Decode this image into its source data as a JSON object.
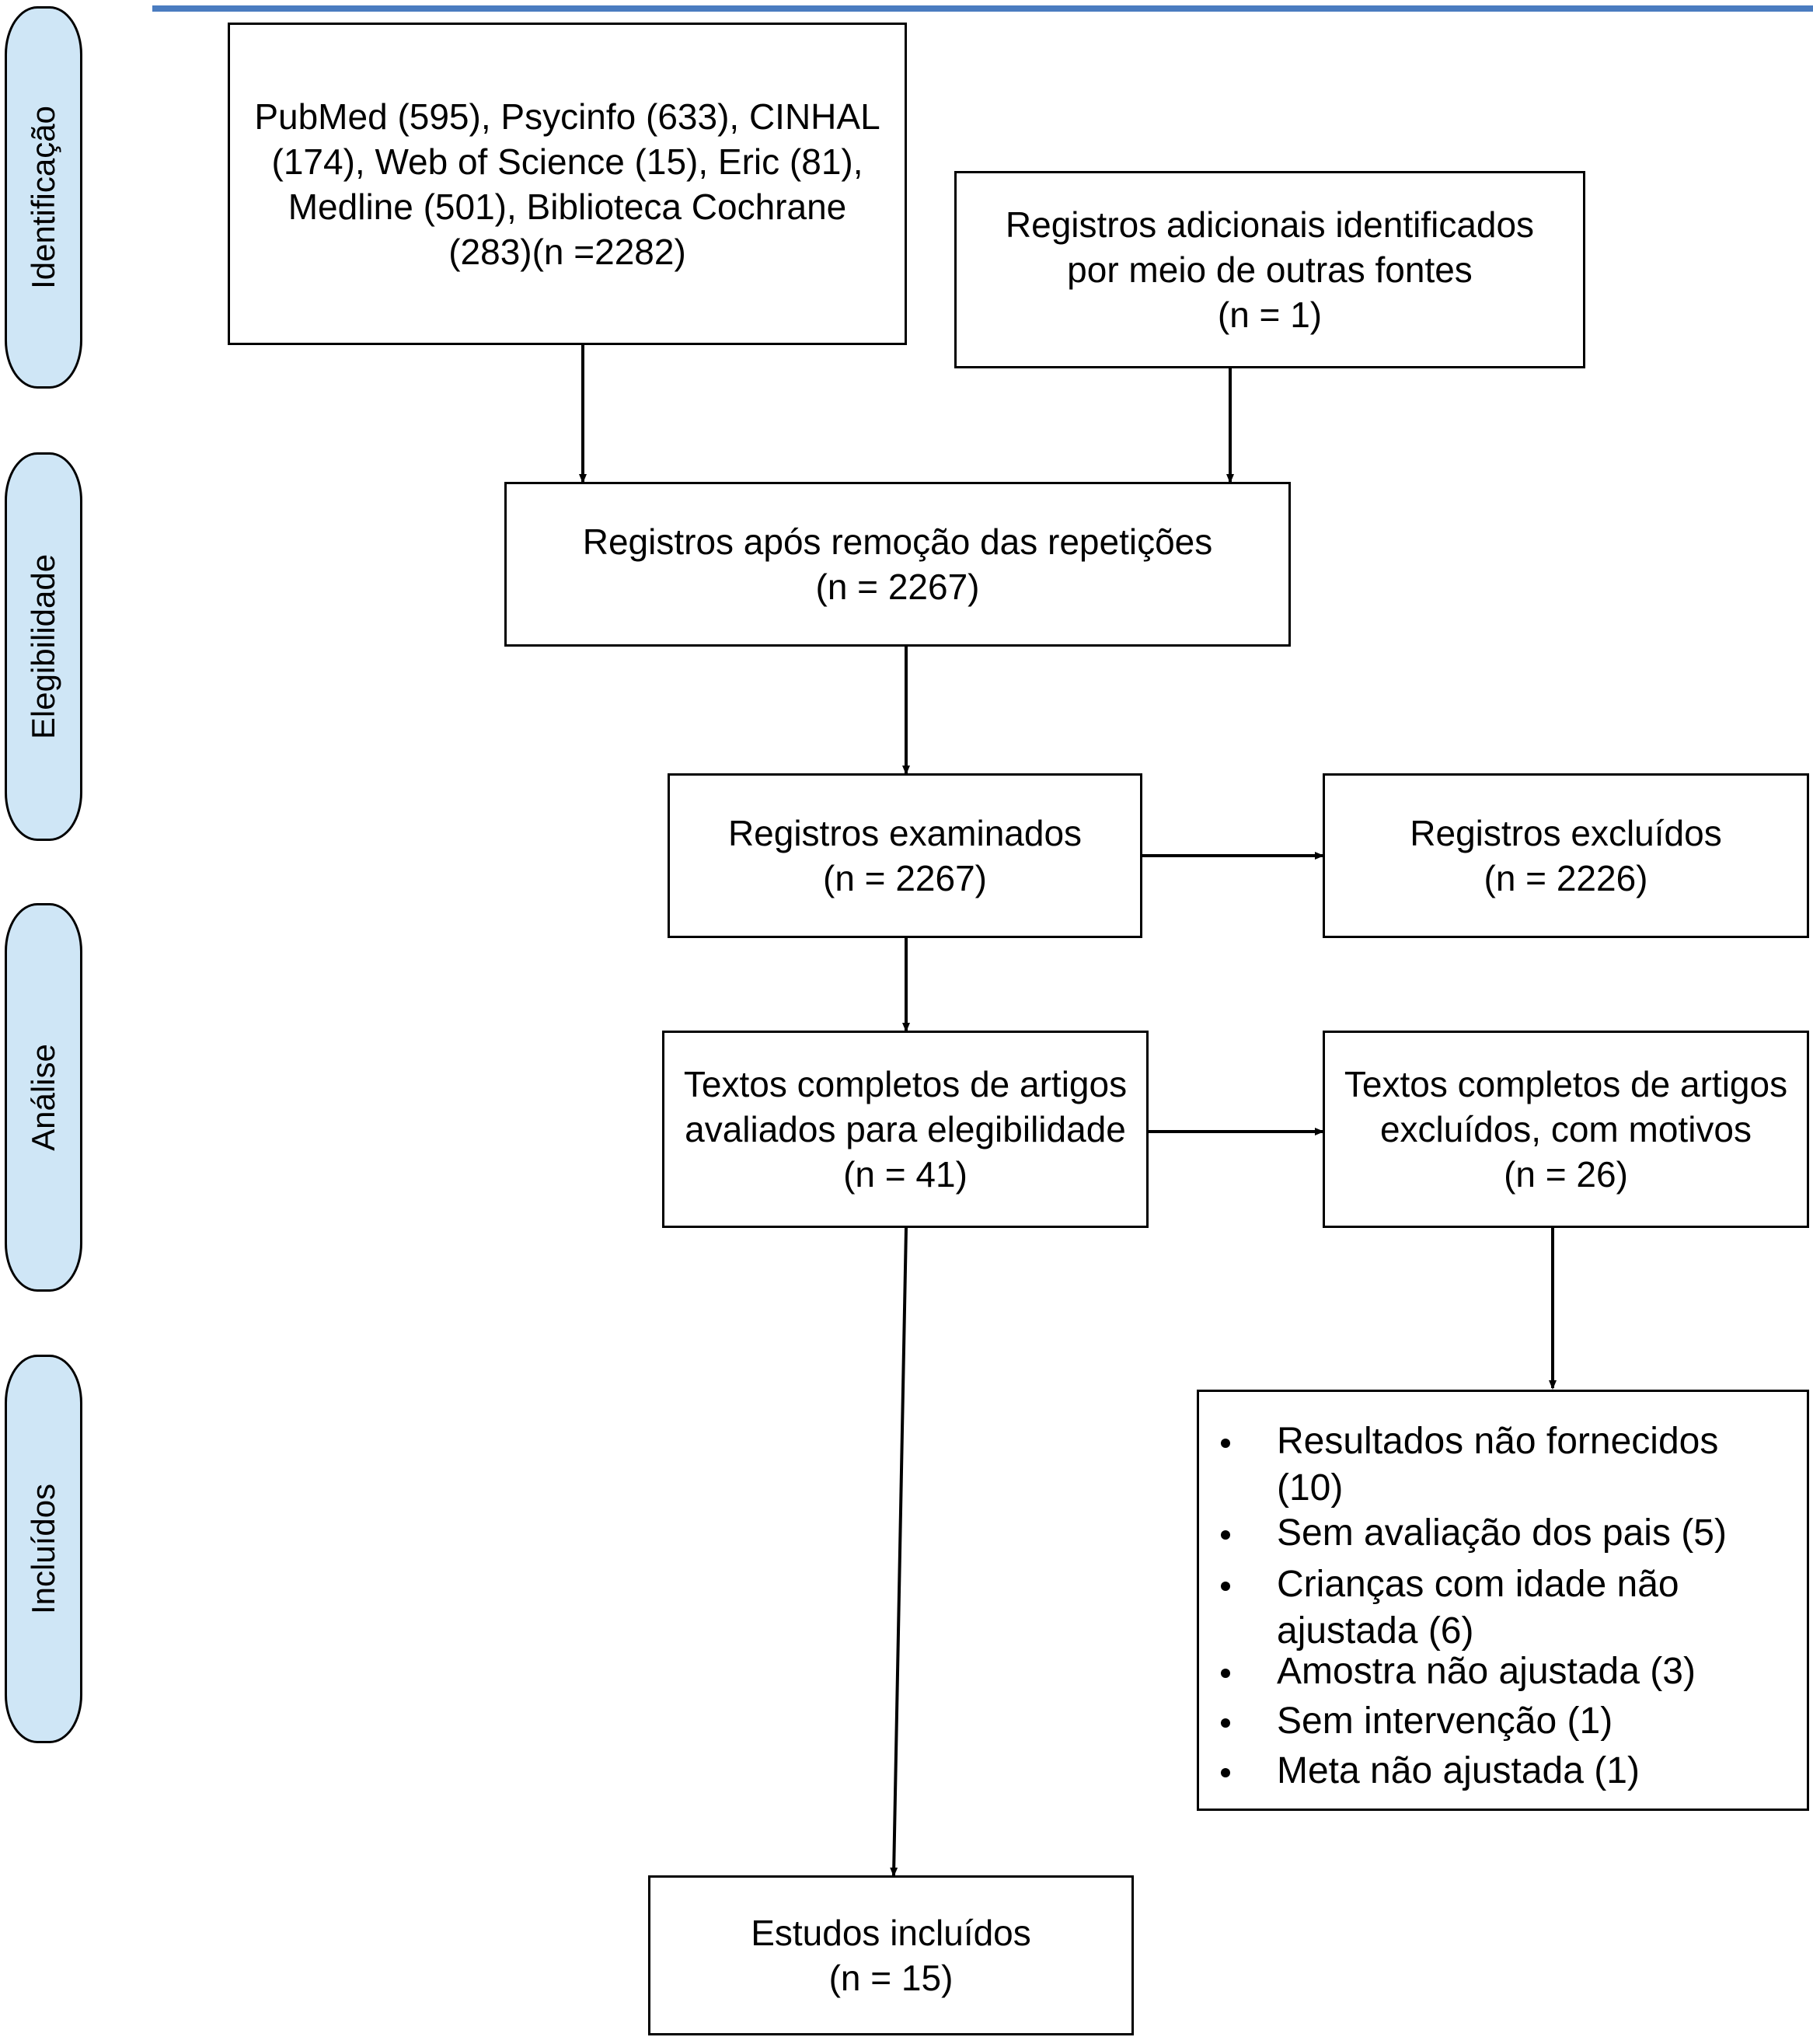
{
  "phases": [
    {
      "label": "Identificação"
    },
    {
      "label": "Elegibilidade"
    },
    {
      "label": "Análise"
    },
    {
      "label": "Incluídos"
    }
  ],
  "boxes": {
    "databases": [
      "PubMed (595), Psycinfo (633), CINHAL",
      "(174), Web of Science (15), Eric (81),",
      "Medline (501), Biblioteca Cochrane",
      "(283)(n =2282)"
    ],
    "additional": [
      "Registros adicionais identificados",
      "por meio de outras fontes",
      "(n = 1)"
    ],
    "after_duplicates": [
      "Registros após remoção das repetições",
      "(n = 2267)"
    ],
    "screened": [
      "Registros examinados",
      "(n = 2267)"
    ],
    "excluded": [
      "Registros excluídos",
      "(n = 2226)"
    ],
    "fulltext_assessed": [
      "Textos completos de artigos",
      "avaliados para elegibilidade",
      "(n = 41)"
    ],
    "fulltext_excluded": [
      "Textos completos de artigos",
      "excluídos, com motivos",
      "(n = 26)"
    ],
    "included": [
      "Estudos incluídos",
      "(n = 15)"
    ]
  },
  "reasons": [
    "Resultados não fornecidos (10)",
    "Sem avaliação dos pais (5)",
    "Crianças com idade não ajustada (6)",
    "Amostra não ajustada (3)",
    "Sem intervenção (1)",
    "Meta não ajustada (1)"
  ]
}
